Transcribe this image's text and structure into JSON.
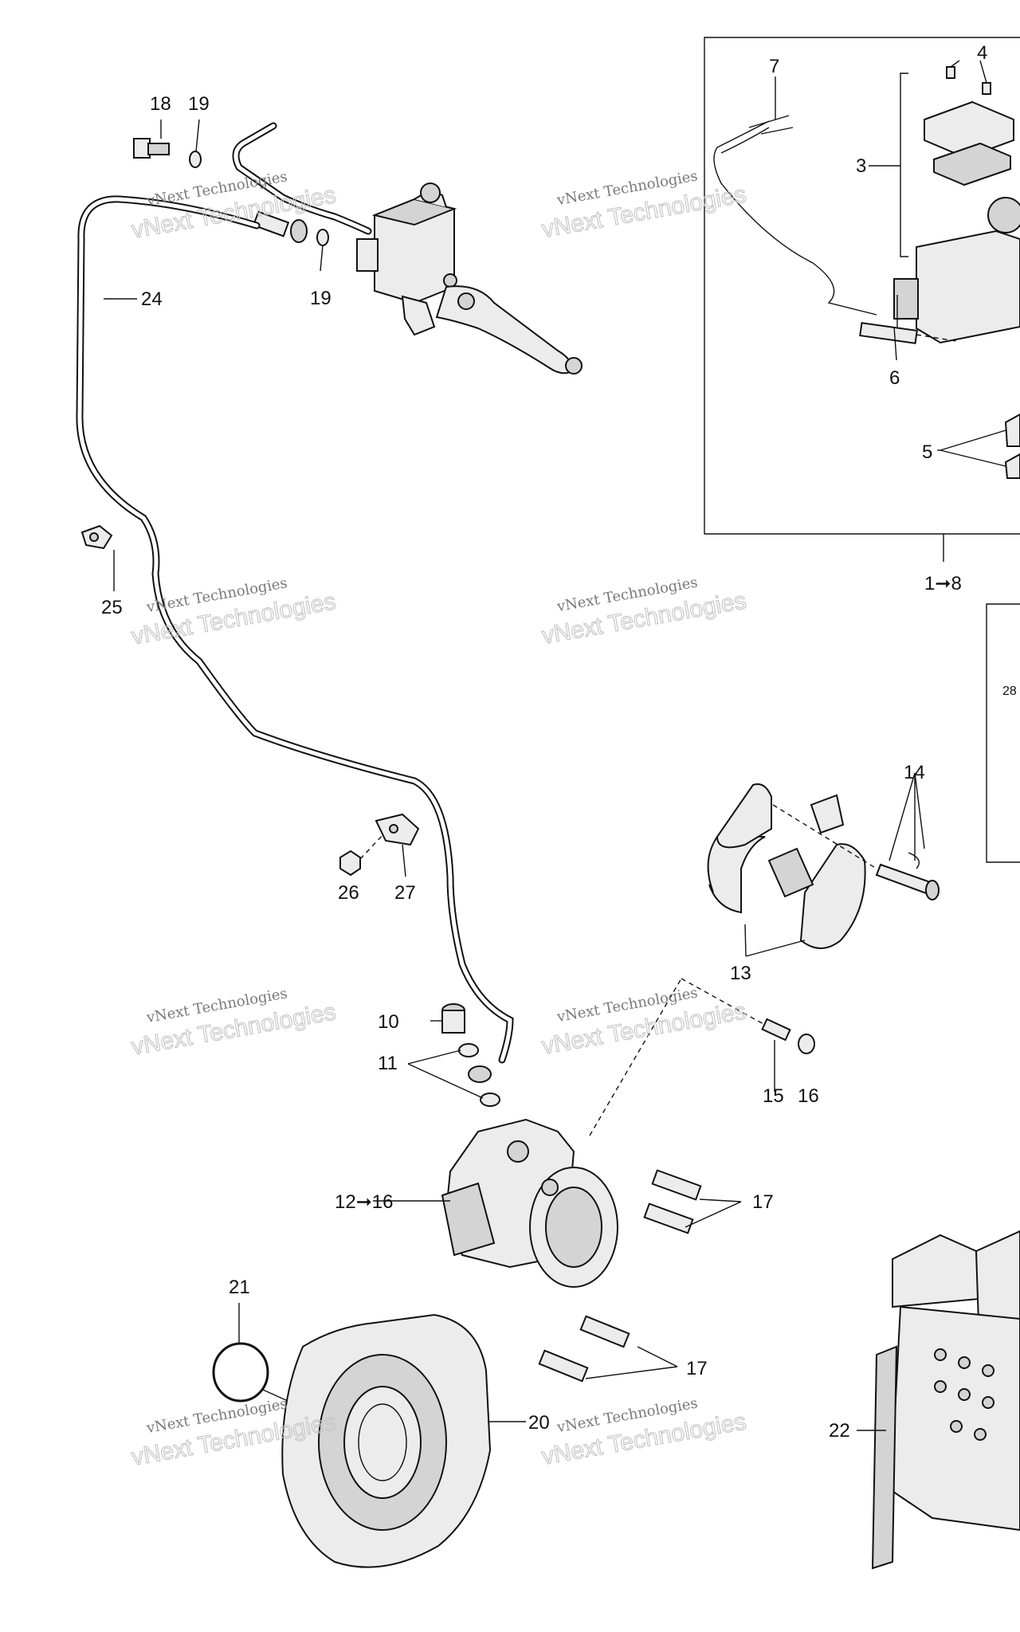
{
  "callouts": {
    "c1_8": "1➞8",
    "c3": "3",
    "c4": "4",
    "c5": "5",
    "c6": "6",
    "c7": "7",
    "c10": "10",
    "c11": "11",
    "c12_16": "12➞16",
    "c13": "13",
    "c14": "14",
    "c15": "15",
    "c16": "16",
    "c17a": "17",
    "c17b": "17",
    "c18": "18",
    "c19a": "19",
    "c19b": "19",
    "c20": "20",
    "c21": "21",
    "c22": "22",
    "c24": "24",
    "c25": "25",
    "c26": "26",
    "c27": "27",
    "c28": "28"
  },
  "watermark": {
    "line1": "vNext Technologies",
    "line2": "vNext Technologies"
  }
}
